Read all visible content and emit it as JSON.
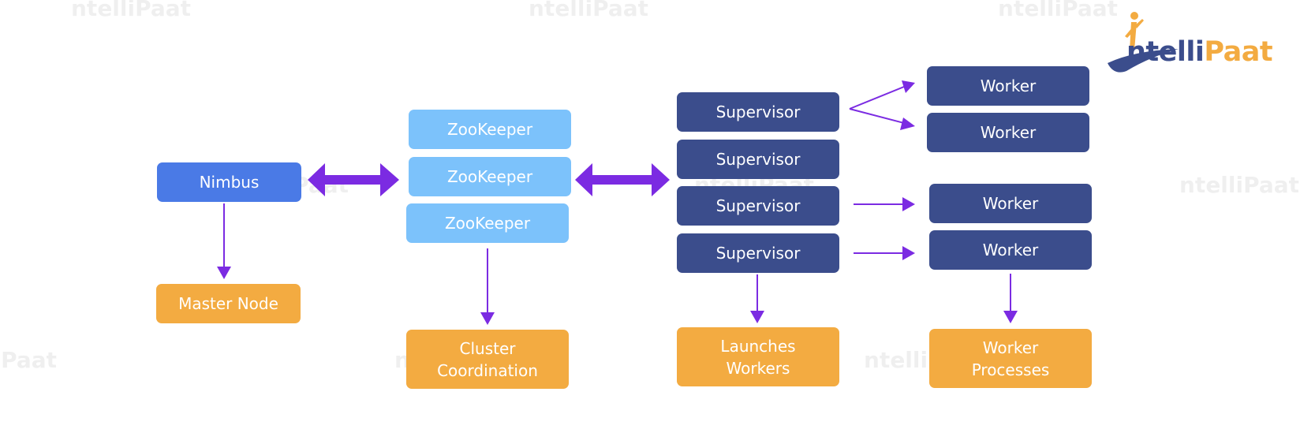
{
  "logo": {
    "part1": "ntelli",
    "part2": "Paat"
  },
  "watermark": "ntelliPaat",
  "colors": {
    "navy": "#3b4d8c",
    "nimbus_blue": "#4a7ae6",
    "zookeeper_blue": "#7cc2fb",
    "orange": "#f3ab41",
    "arrow_purple": "#7b2be2"
  },
  "nodes": {
    "nimbus": "Nimbus",
    "master_node": "Master Node",
    "zookeepers": [
      "ZooKeeper",
      "ZooKeeper",
      "ZooKeeper"
    ],
    "cluster_coordination": "Cluster\nCoordination",
    "supervisors": [
      "Supervisor",
      "Supervisor",
      "Supervisor",
      "Supervisor"
    ],
    "launches_workers": "Launches\nWorkers",
    "workers": [
      "Worker",
      "Worker",
      "Worker",
      "Worker"
    ],
    "worker_processes": "Worker\nProcesses"
  }
}
